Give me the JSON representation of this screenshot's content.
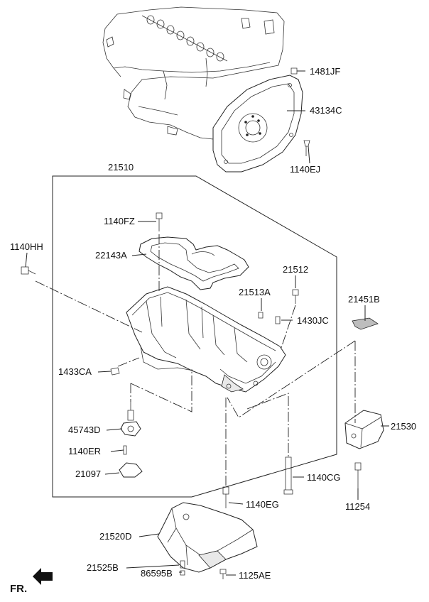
{
  "labels": {
    "p1481JF": "1481JF",
    "p43134C": "43134C",
    "p1140EJ": "1140EJ",
    "p21510": "21510",
    "p1140FZ": "1140FZ",
    "p1140HH": "1140HH",
    "p22143A": "22143A",
    "p21512": "21512",
    "p21513A": "21513A",
    "p21451B": "21451B",
    "p1430JC": "1430JC",
    "p1433CA": "1433CA",
    "p45743D": "45743D",
    "p1140ER": "1140ER",
    "p21097": "21097",
    "p21530": "21530",
    "p1140CG": "1140CG",
    "p11254": "11254",
    "p1140EG": "1140EG",
    "p21520D": "21520D",
    "p21525B": "21525B",
    "p86595B": "86595B",
    "p1125AE": "1125AE"
  },
  "direction_label": "FR."
}
